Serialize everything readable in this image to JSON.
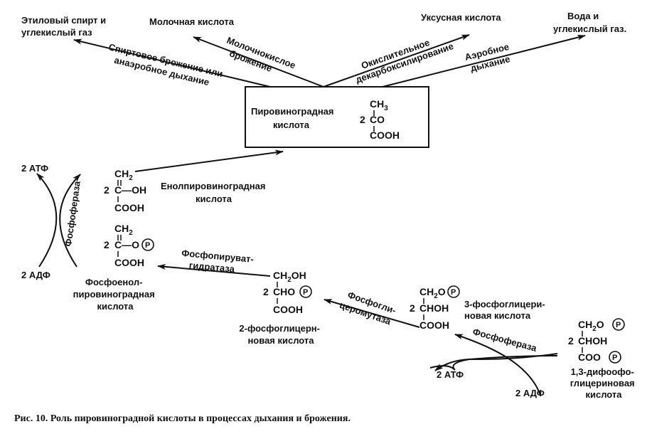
{
  "figure": {
    "caption": "Рис. 10. Роль пировиноградной кислоты в процессах дыхания и брожения."
  },
  "products": {
    "ethanol": [
      "Этиловый спирт и",
      "углекислый газ"
    ],
    "lactic": [
      "Молочная кислота"
    ],
    "acetic": [
      "Уксусная кислота"
    ],
    "water": [
      "Вода  и",
      "углекислый газ."
    ]
  },
  "processes": {
    "alcoholic": [
      "Спиртовое брожение или",
      "анаэробное дыхание"
    ],
    "lactic": [
      "Молочнокислое",
      "брожение"
    ],
    "oxidative": [
      "Окислительное",
      "декарбоксилирование"
    ],
    "aerobic": [
      "Аэробное",
      "дыхание"
    ]
  },
  "compounds": {
    "pyruvate": {
      "name": [
        "Пировиноградная",
        "кислота"
      ],
      "coef": "2",
      "formula": [
        "CH3",
        "CO",
        "COOH"
      ]
    },
    "enolpyruvate": {
      "name": [
        "Енолпировиноградная",
        "кислота"
      ],
      "coef": "2",
      "formula": [
        "CH2",
        "C—OH",
        "COOH"
      ]
    },
    "pep": {
      "name": [
        "Фосфоенол-",
        "пировиноградная",
        "кислота"
      ],
      "coef": "2",
      "formula": [
        "CH2",
        "C—O",
        "COOH"
      ]
    },
    "pg2": {
      "name": [
        "2-фосфоглицерн-",
        "новая кислота"
      ],
      "coef": "2",
      "formula": [
        "CH2OH",
        "CHO",
        "COOH"
      ]
    },
    "pg3": {
      "name": [
        "3-фосфоглицери-",
        "новая кислота"
      ],
      "coef": "2",
      "formula": [
        "CH2O",
        "CHOH",
        "COOH"
      ]
    },
    "dpg13": {
      "name": [
        "1,3-дифоофо-",
        "глицериновая",
        "кислота"
      ],
      "coef": "2",
      "formula": [
        "CH2O",
        "CHOH",
        "COO"
      ]
    }
  },
  "enzymes": {
    "phosphopyruvate_hydratase": [
      "Фосфопируват-",
      "гидратаза"
    ],
    "phosphoglyceromutase": [
      "Фосфогли-",
      "церомутаза"
    ],
    "phosphoferase_left": "Фосфофераза",
    "phosphoferase_right": "Фосфофераза"
  },
  "cofactors": {
    "left_atp": "2 АТФ",
    "left_adp": "2 АДФ",
    "right_atp": "2 АТФ",
    "right_adp": "2 АДФ"
  },
  "phosphate_symbol": "P"
}
